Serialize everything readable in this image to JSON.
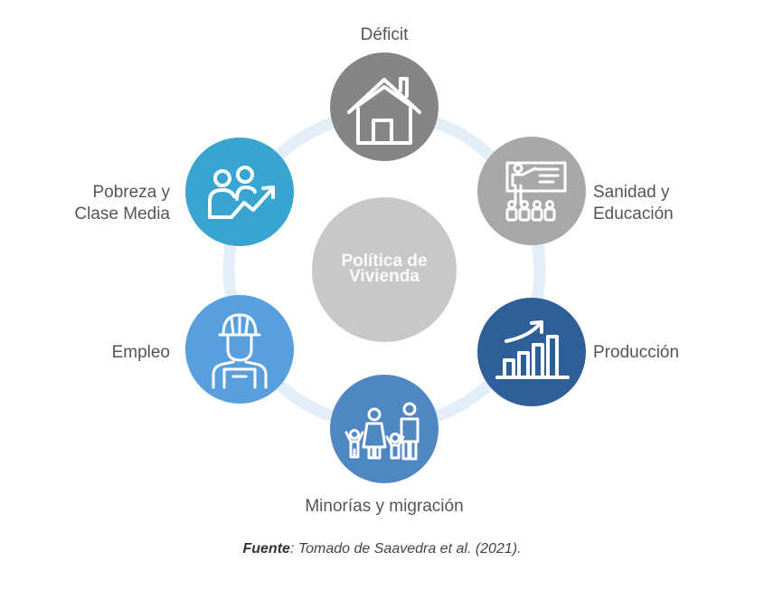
{
  "diagram": {
    "title": "Política de Vivienda",
    "center": {
      "label": "Política de\nVivienda",
      "color": "#c8c8c8"
    },
    "ring_color": "#e3eef8",
    "nodes": [
      {
        "id": "deficit",
        "label": "Déficit",
        "icon": "house-icon",
        "color": "#858585"
      },
      {
        "id": "sanidad",
        "label": "Sanidad y\nEducación",
        "icon": "teacher-classroom-icon",
        "color": "#a8a8a8"
      },
      {
        "id": "produccion",
        "label": "Producción",
        "icon": "growth-bar-chart-icon",
        "color": "#2e5f99"
      },
      {
        "id": "minorias",
        "label": "Minorías y migración",
        "icon": "family-icon",
        "color": "#4f87c3"
      },
      {
        "id": "empleo",
        "label": "Empleo",
        "icon": "worker-helmet-icon",
        "color": "#57a0dd"
      },
      {
        "id": "pobreza",
        "label": "Pobreza y\nClase Media",
        "icon": "people-growth-icon",
        "color": "#37a5cf"
      }
    ]
  },
  "caption": {
    "source_label": "Fuente",
    "source_text": ": Tomado de Saavedra et al. (2021)."
  }
}
